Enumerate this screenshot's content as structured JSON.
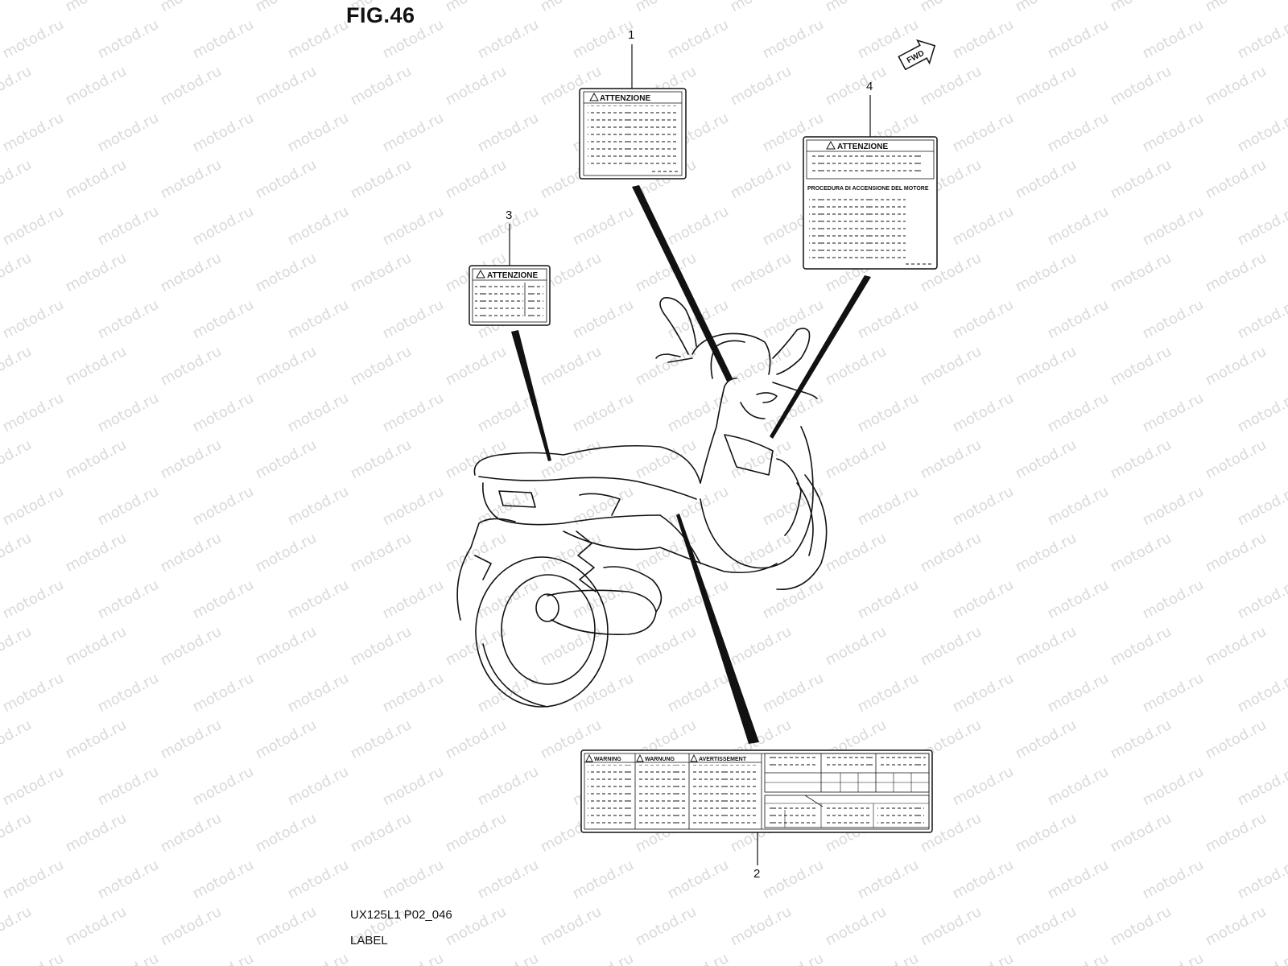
{
  "figure": {
    "title": "FIG.46",
    "code": "UX125L1 P02_046",
    "caption": "LABEL"
  },
  "watermark": {
    "text": "motod.ru"
  },
  "direction": {
    "label": "FWD"
  },
  "callouts": [
    {
      "number": "1",
      "header": "ATTENZIONE"
    },
    {
      "number": "2",
      "headers": [
        "WARNING",
        "WARNUNG",
        "AVERTISSEMENT"
      ]
    },
    {
      "number": "3",
      "header": "ATTENZIONE"
    },
    {
      "number": "4",
      "header": "ATTENZIONE",
      "subheader": "PROCEDURA DI ACCENSIONE DEL MOTORE"
    }
  ],
  "colors": {
    "ink": "#111111",
    "watermark": "#d9d9d9"
  }
}
